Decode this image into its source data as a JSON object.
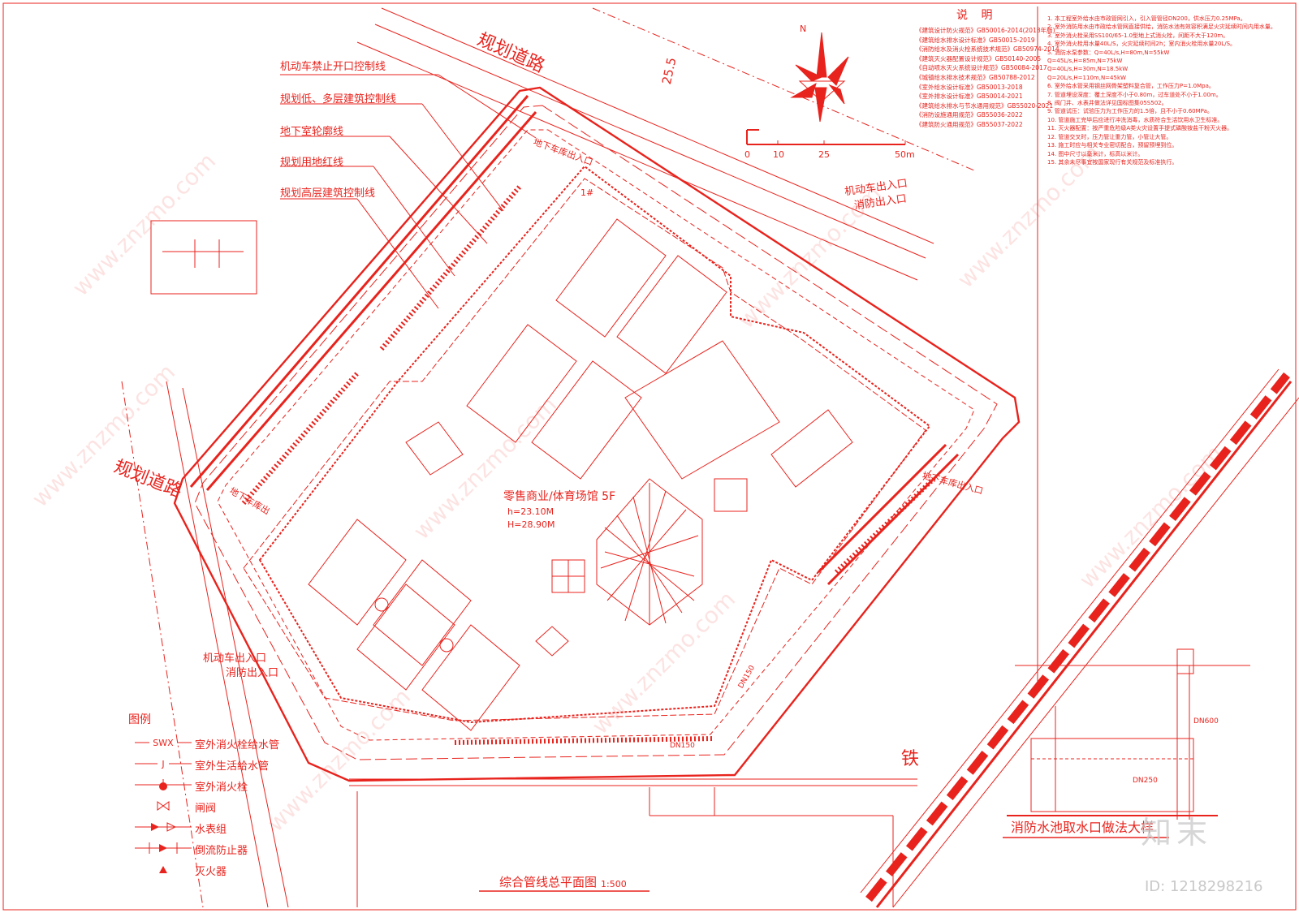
{
  "colors": {
    "line": "#e8231d",
    "background": "#ffffff",
    "watermark": "#f3c9c7"
  },
  "roads": {
    "north_road": "规划道路",
    "west_road": "规划道路",
    "rail": "铁"
  },
  "dimension_road": "25.5",
  "control_labels": [
    "机动车禁止开口控制线",
    "规划低、多层建筑控制线",
    "地下室轮廓线",
    "规划用地红线",
    "规划高层建筑控制线"
  ],
  "building": {
    "name": "零售商业/体育场馆 5F",
    "h": "h=23.10M",
    "H": "H=28.90M"
  },
  "site_labels": {
    "entrance_ne_1": "机动车出入口",
    "entrance_ne_2": "消防出入口",
    "entrance_w_1": "机动车出入口",
    "entrance_w_2": "消防出入口",
    "ramp_n": "地下车库出入口",
    "ramp_w": "地下车库出",
    "ramp_e": "地下车库出入口",
    "building_no": "1#",
    "pipe_dn150": "DN150",
    "pipe_dn150b": "DN150"
  },
  "scale_bar": {
    "ticks": [
      "0",
      "10",
      "25",
      "50m"
    ],
    "north": "N"
  },
  "drawing_title": "综合管线总平面图",
  "drawing_scale": "1:500",
  "detail_title": "消防水池取水口做法大样",
  "detail_labels": {
    "dn600": "DN600",
    "dn250": "DN250"
  },
  "notes": {
    "title": "说 明",
    "standards": [
      "《建筑设计防火规范》GB50016-2014(2018年版)",
      "《建筑给水排水设计标准》GB50015-2019",
      "《消防给水及消火栓系统技术规范》GB50974-2014",
      "《建筑灭火器配置设计规范》GB50140-2005",
      "《自动喷水灭火系统设计规范》GB50084-2017",
      "《城镇给水排水技术规范》GB50788-2012",
      "《室外给水设计标准》GB50013-2018",
      "《室外排水设计标准》GB50014-2021",
      "《建筑给水排水与节水通用规范》GB55020-2021",
      "《消防设施通用规范》GB55036-2022",
      "《建筑防火通用规范》GB55037-2022"
    ],
    "items": [
      "1. 本工程室外给水由市政管网引入，引入管管径DN200，供水压力0.25MPa。",
      "2. 室外消防用水由市政给水管网直接供给，消防水池有效容积满足火灾延续时间内用水量。",
      "3. 室外消火栓采用SS100/65-1.0型地上式消火栓，间距不大于120m。",
      "4. 室外消火栓用水量40L/S，火灾延续时间2h；室内消火栓用水量20L/S。",
      "5. 消防水泵参数：Q=40L/s,H=80m,N=55kW",
      "   Q=45L/s,H=85m,N=75kW",
      "   Q=40L/s,H=30m,N=18.5kW",
      "   Q=20L/s,H=110m,N=45kW",
      "6. 室外给水管采用钢丝网骨架塑料复合管，工作压力P=1.0Mpa。",
      "7. 管道埋设深度：覆土深度不小于0.80m，过车道处不小于1.00m。",
      "8. 阀门井、水表井做法详见国标图集05S502。",
      "9. 管道试压：试验压力为工作压力的1.5倍，且不小于0.60MPa。",
      "10. 管道施工完毕后应进行冲洗消毒，水质符合生活饮用水卫生标准。",
      "11. 灭火器配置：按严重危险级A类火灾设置手提式磷酸铵盐干粉灭火器。",
      "12. 管道交叉时，压力管让重力管，小管让大管。",
      "13. 施工时应与相关专业密切配合，预留预埋到位。",
      "14. 图中尺寸以毫米计，标高以米计。",
      "15. 其余未尽事宜按国家现行有关规范及标准执行。"
    ]
  },
  "legend": {
    "title": "图例",
    "items": [
      {
        "text": "室外消火栓给水管",
        "code": "SWX",
        "icon": "line-code"
      },
      {
        "text": "室外生活给水管",
        "code": "J",
        "icon": "line-code"
      },
      {
        "text": "室外消火栓",
        "code": "",
        "icon": "hydrant-icon"
      },
      {
        "text": "闸阀",
        "code": "",
        "icon": "gate-valve-icon"
      },
      {
        "text": "水表组",
        "code": "",
        "icon": "water-meter-icon"
      },
      {
        "text": "倒流防止器",
        "code": "",
        "icon": "backflow-preventer-icon"
      },
      {
        "text": "灭火器",
        "code": "",
        "icon": "extinguisher-icon"
      }
    ]
  },
  "watermark": "www.znzmo.com",
  "watermark_brand": "知末",
  "image_id": "ID: 1218298216"
}
